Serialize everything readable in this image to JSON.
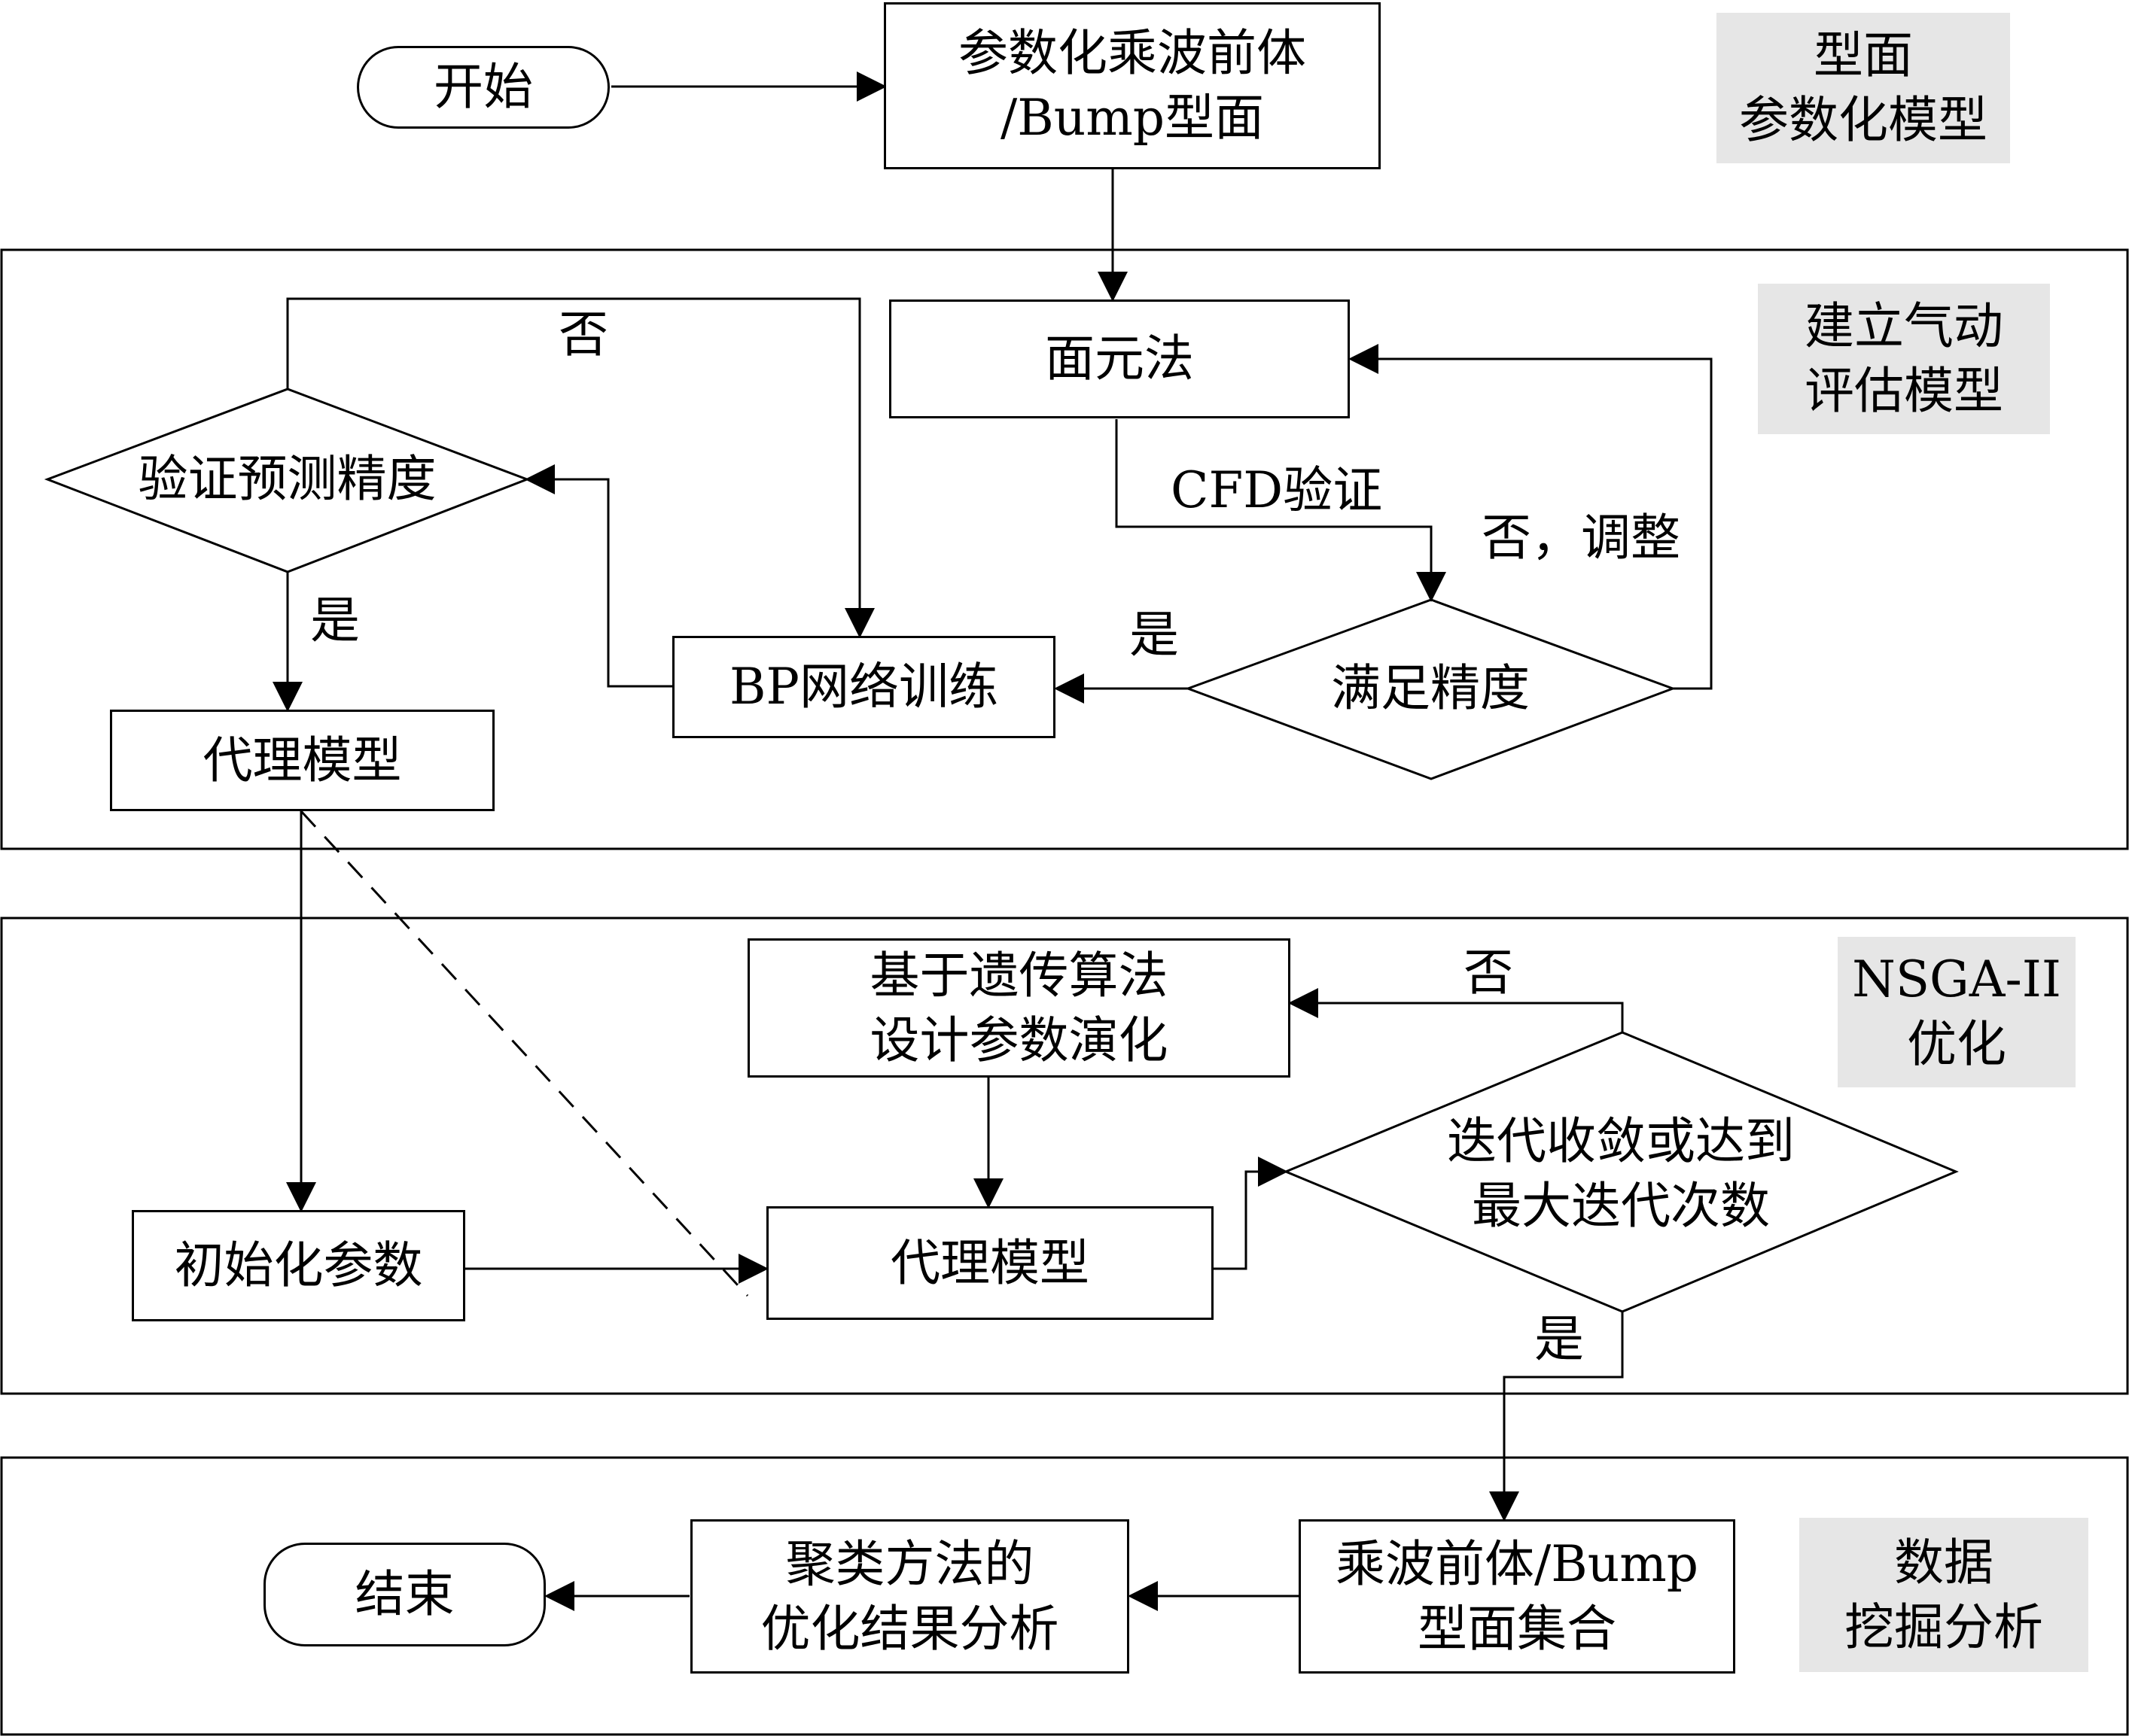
{
  "nodes": {
    "start": "开始",
    "param_model": [
      "参数化乘波前体",
      "/Bump型面"
    ],
    "panel_method": "面元法",
    "cfd_verify": "CFD验证",
    "meet_precision": "满足精度",
    "bp_training": "BP网络训练",
    "verify_prediction": "验证预测精度",
    "surrogate_model_1": "代理模型",
    "genetic_evolution": [
      "基于遗传算法",
      "设计参数演化"
    ],
    "init_params": "初始化参数",
    "surrogate_model_2": "代理模型",
    "convergence_check": [
      "迭代收敛或达到",
      "最大迭代次数"
    ],
    "surface_set": [
      "乘波前体/Bump",
      "型面集合"
    ],
    "cluster_analysis": [
      "聚类方法的",
      "优化结果分析"
    ],
    "end": "结束"
  },
  "edge_labels": {
    "verify_no": "否",
    "verify_yes": "是",
    "precision_no_adjust": "否，调整",
    "precision_yes": "是",
    "converge_no": "否",
    "converge_yes": "是"
  },
  "stages": {
    "parametric": [
      "型面",
      "参数化模型"
    ],
    "aero_model": [
      "建立气动",
      "评估模型"
    ],
    "nsga": [
      "NSGA-II",
      "优化"
    ],
    "data_mining": [
      "数据",
      "挖掘分析"
    ]
  }
}
